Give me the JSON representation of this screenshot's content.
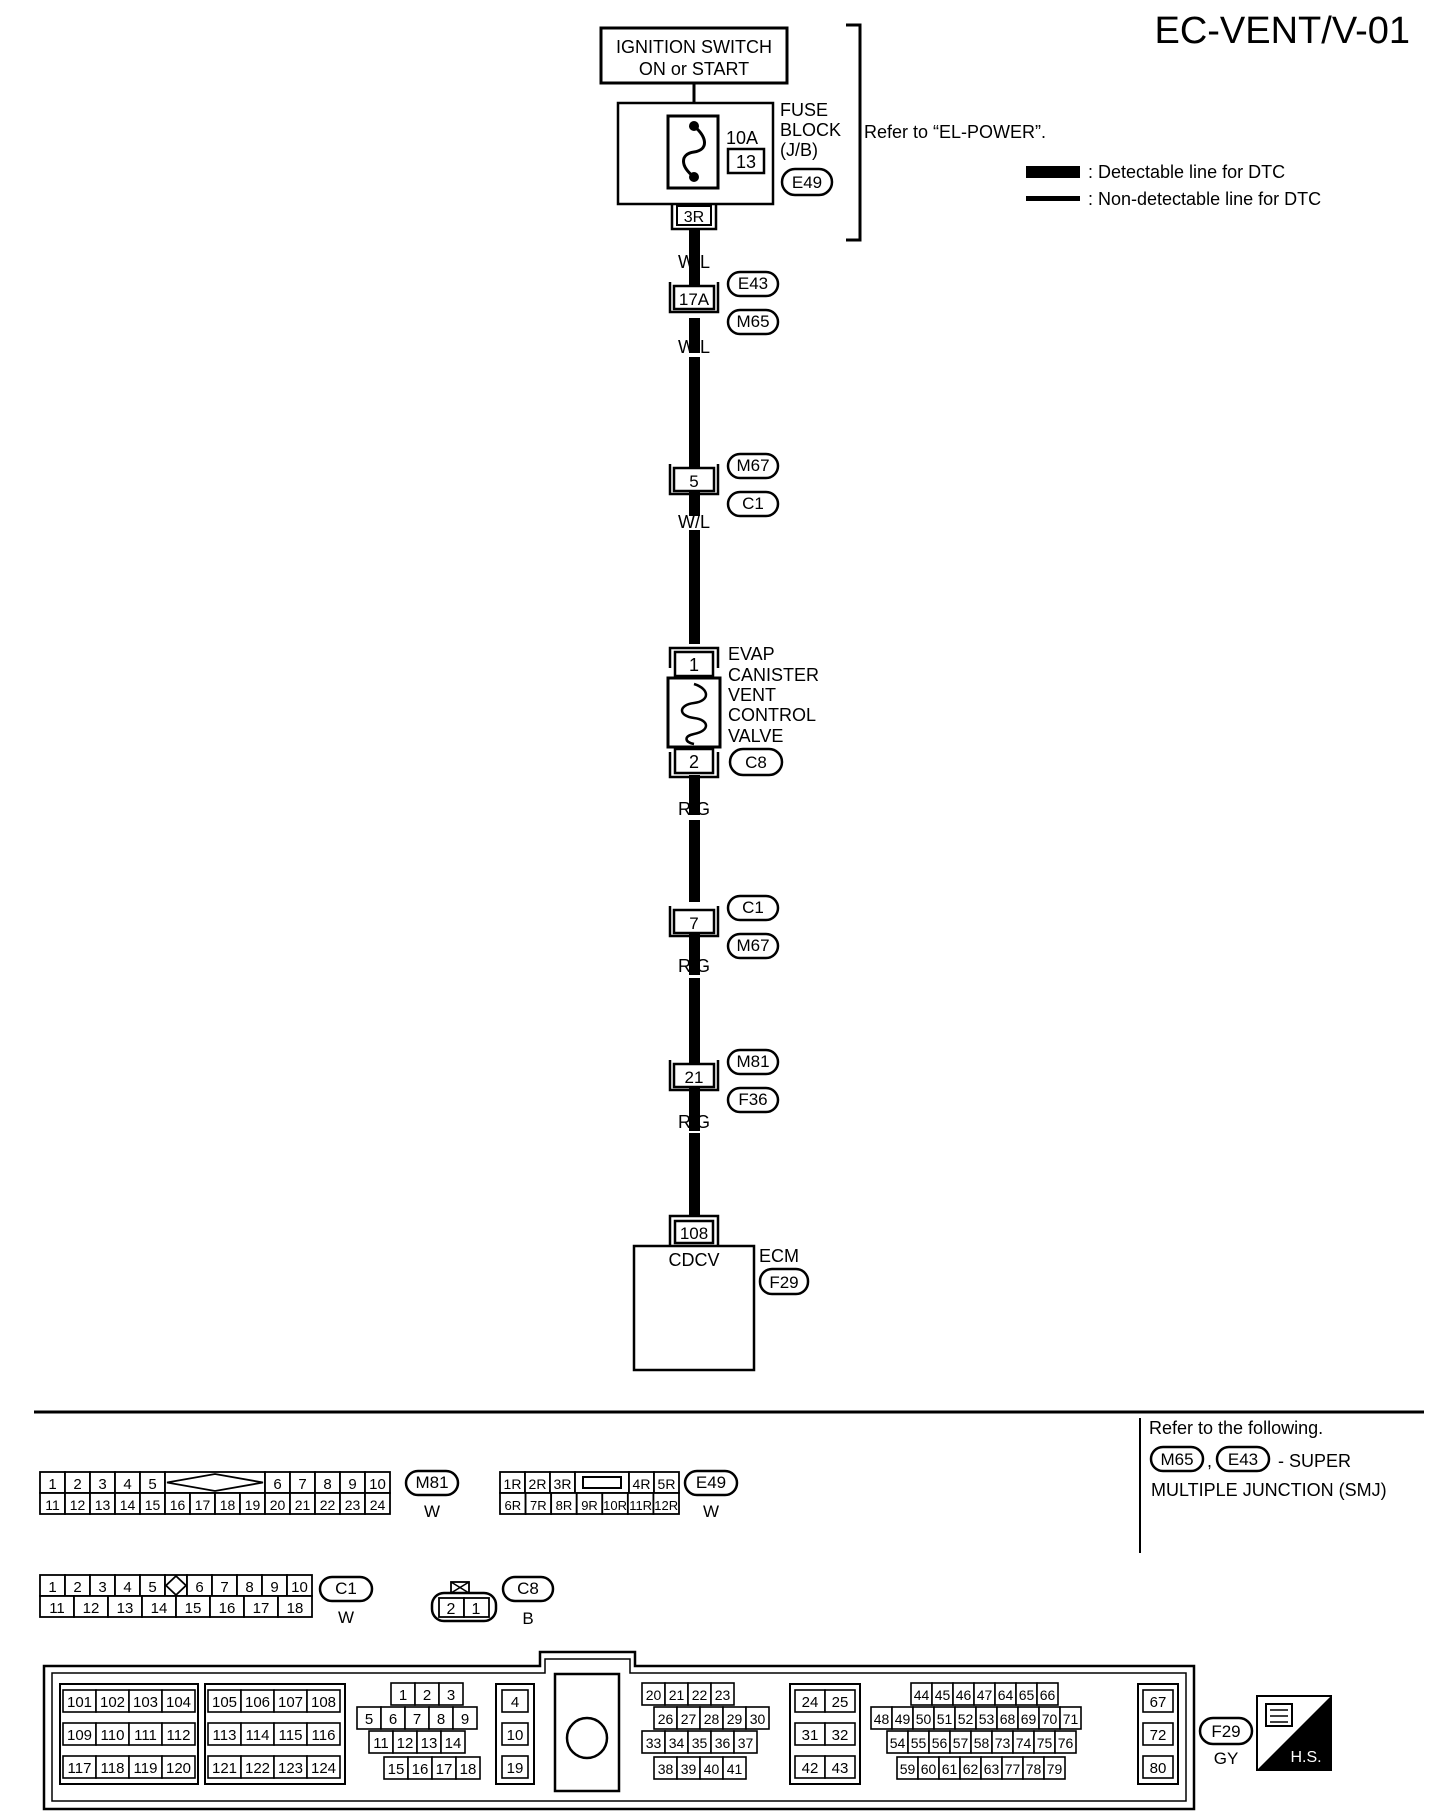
{
  "page_title": "EC-VENT/V-01",
  "ignition_switch": {
    "line1": "IGNITION SWITCH",
    "line2": "ON or START"
  },
  "fuse": {
    "amp": "10A",
    "number": "13",
    "label": [
      "FUSE",
      "BLOCK",
      "(J/B)"
    ],
    "connector": "E49",
    "terminal": "3R",
    "note": "Refer to “EL-POWER”."
  },
  "legend": {
    "detectable": ": Detectable line for DTC",
    "non_detectable": ": Non-detectable line for DTC"
  },
  "wire_colors": {
    "wl": "W/L",
    "rg": "R/G"
  },
  "junctions": [
    {
      "terminal": "17A",
      "top": "E43",
      "bottom": "M65"
    },
    {
      "terminal": "5",
      "top": "M67",
      "bottom": "C1"
    },
    {
      "terminal": "7",
      "top": "C1",
      "bottom": "M67"
    },
    {
      "terminal": "21",
      "top": "M81",
      "bottom": "F36"
    }
  ],
  "valve": {
    "label": [
      "EVAP",
      "CANISTER",
      "VENT",
      "CONTROL",
      "VALVE"
    ],
    "terminal_top": "1",
    "terminal_bottom": "2",
    "connector": "C8"
  },
  "ecm": {
    "terminal": "108",
    "signal": "CDCV",
    "label": "ECM",
    "connector": "F29"
  },
  "refer": {
    "line1": "Refer to the following.",
    "sep": ",",
    "smj1": "M65",
    "smj2": "E43",
    "suffix": "- SUPER",
    "line3": "MULTIPLE JUNCTION (SMJ)"
  },
  "connectors": {
    "m81": {
      "id": "M81",
      "color": "W",
      "row1a": [
        "1",
        "2",
        "3",
        "4",
        "5"
      ],
      "row1b": [
        "6",
        "7",
        "8",
        "9",
        "10"
      ],
      "row2": [
        "11",
        "12",
        "13",
        "14",
        "15",
        "16",
        "17",
        "18",
        "19",
        "20",
        "21",
        "22",
        "23",
        "24"
      ]
    },
    "e49": {
      "id": "E49",
      "color": "W",
      "row1a": [
        "1R",
        "2R",
        "3R"
      ],
      "row1b": [
        "4R",
        "5R"
      ],
      "row2": [
        "6R",
        "7R",
        "8R",
        "9R",
        "10R",
        "11R",
        "12R"
      ]
    },
    "c1": {
      "id": "C1",
      "color": "W",
      "row1a": [
        "1",
        "2",
        "3",
        "4",
        "5"
      ],
      "row1b": [
        "6",
        "7",
        "8",
        "9",
        "10"
      ],
      "row2": [
        "11",
        "12",
        "13",
        "14",
        "15",
        "16",
        "17",
        "18"
      ]
    },
    "c8": {
      "id": "C8",
      "color": "B",
      "pins": [
        "2",
        "1"
      ]
    },
    "f29": {
      "id": "F29",
      "color": "GY",
      "hs": "H.S.",
      "b1": [
        [
          "101",
          "102",
          "103",
          "104"
        ],
        [
          "109",
          "110",
          "111",
          "112"
        ],
        [
          "117",
          "118",
          "119",
          "120"
        ]
      ],
      "b2": [
        [
          "105",
          "106",
          "107",
          "108"
        ],
        [
          "113",
          "114",
          "115",
          "116"
        ],
        [
          "121",
          "122",
          "123",
          "124"
        ]
      ],
      "b3": [
        [
          "1",
          "2",
          "3"
        ],
        [
          "5",
          "6",
          "7",
          "8",
          "9"
        ],
        [
          "11",
          "12",
          "13",
          "14"
        ],
        [
          "15",
          "16",
          "17",
          "18"
        ]
      ],
      "b4": [
        [
          "4"
        ],
        [
          "10"
        ],
        [
          "19"
        ]
      ],
      "b5": [
        [
          "20",
          "21",
          "22",
          "23"
        ],
        [
          "26",
          "27",
          "28",
          "29",
          "30"
        ],
        [
          "33",
          "34",
          "35",
          "36",
          "37"
        ],
        [
          "38",
          "39",
          "40",
          "41"
        ]
      ],
      "b6": [
        [
          "24",
          "25"
        ],
        [
          "31",
          "32"
        ],
        [
          "42",
          "43"
        ]
      ],
      "b7": [
        [
          "44",
          "45",
          "46",
          "47",
          "64",
          "65",
          "66"
        ],
        [
          "48",
          "49",
          "50",
          "51",
          "52",
          "53",
          "68",
          "69",
          "70",
          "71"
        ],
        [
          "54",
          "55",
          "56",
          "57",
          "58",
          "73",
          "74",
          "75",
          "76"
        ],
        [
          "59",
          "60",
          "61",
          "62",
          "63",
          "77",
          "78",
          "79"
        ]
      ],
      "b8": [
        [
          "67"
        ],
        [
          "72"
        ],
        [
          "80"
        ]
      ]
    }
  }
}
